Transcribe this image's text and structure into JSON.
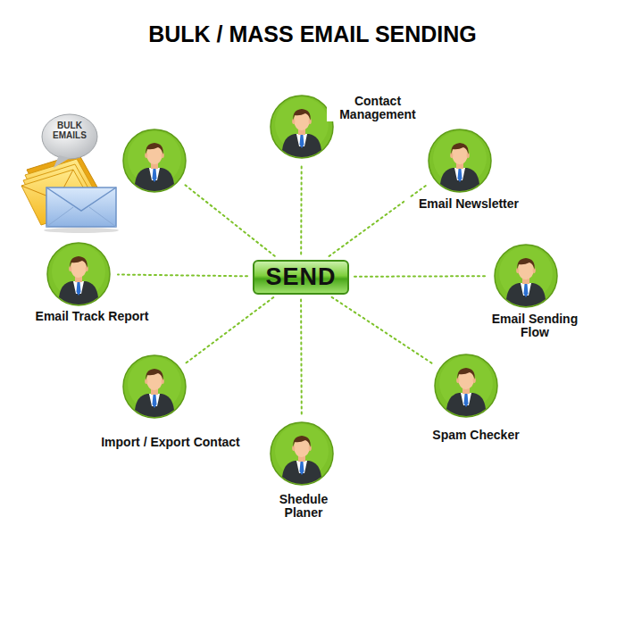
{
  "diagram": {
    "title": "BULK / MASS EMAIL SENDING",
    "nodes": [
      {
        "text": [
          "SEND"
        ]
      },
      {
        "text": [
          "Contact Management"
        ]
      },
      {
        "text": [
          "Email Newsletter"
        ]
      },
      {
        "text": [
          "Email Track Report"
        ]
      },
      {
        "text": [
          "Email Sending Flow"
        ]
      },
      {
        "text": [
          "Import / Export Contact"
        ]
      },
      {
        "text": [
          "Spam Checker"
        ]
      },
      {
        "text": [
          "Shedule Planer"
        ]
      }
    ],
    "edges": [
      {
        "from": 0,
        "to": 1,
        "arrow": "none"
      },
      {
        "from": 0,
        "to": 2,
        "arrow": "none"
      },
      {
        "from": 0,
        "to": 3,
        "arrow": "none"
      },
      {
        "from": 0,
        "to": 4,
        "arrow": "none"
      },
      {
        "from": 0,
        "to": 5,
        "arrow": "none"
      },
      {
        "from": 0,
        "to": 6,
        "arrow": "none"
      },
      {
        "from": 0,
        "to": 7,
        "arrow": "none"
      }
    ],
    "labels": [
      "BULK EMAILS"
    ]
  }
}
